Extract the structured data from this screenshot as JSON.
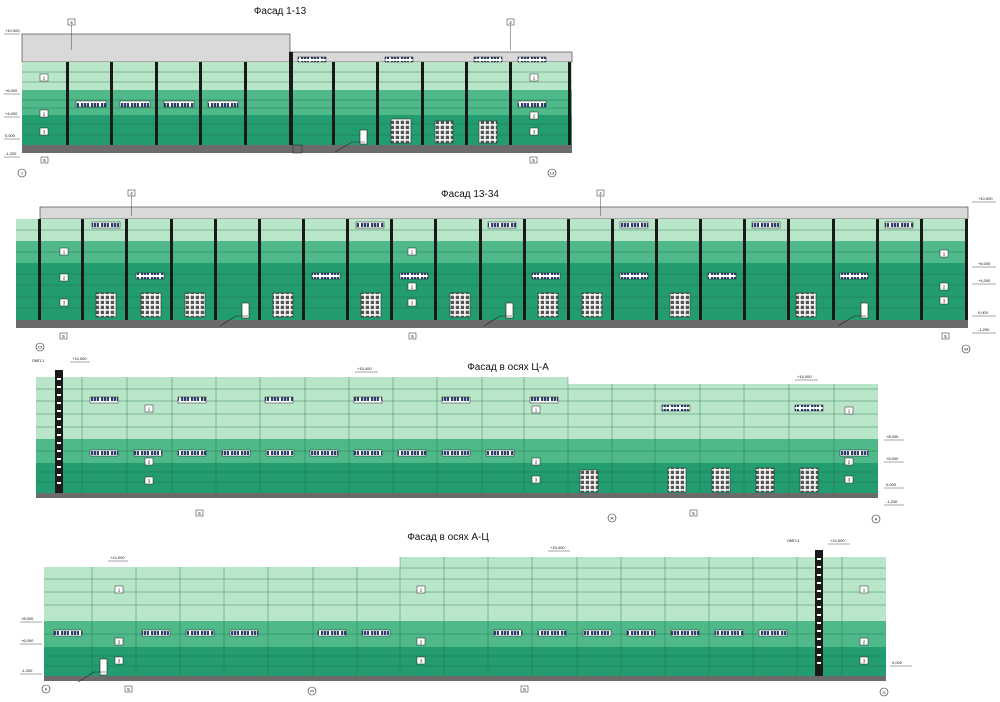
{
  "facades": [
    {
      "id": "f1",
      "title": "Фасад 1-13",
      "axis_left": "1",
      "axis_right": "13",
      "levels": [
        "+10,000",
        "+6,000",
        "+4,000",
        "0,000",
        "-1,200"
      ],
      "tags": [
        "1",
        "2",
        "3",
        "5",
        "4"
      ]
    },
    {
      "id": "f2",
      "title": "Фасад 13-34",
      "axis_left": "13",
      "axis_right": "34",
      "levels": [
        "+10,000",
        "+6,000",
        "+4,000",
        "0,000",
        "-1,200"
      ],
      "tags": [
        "1",
        "2",
        "3",
        "5",
        "4"
      ]
    },
    {
      "id": "f3",
      "title": "Фасад в осях Ц-А",
      "axis_left": "",
      "axis_mid": "Ж",
      "axis_right": "А",
      "lmp": "ЛМП-1",
      "levels": [
        "+14,000",
        "+15,400",
        "+14,000",
        "+8,000",
        "+5,000",
        "0,000",
        "-1,200"
      ],
      "tags": [
        "1",
        "2",
        "3",
        "5"
      ]
    },
    {
      "id": "f4",
      "title": "Фасад в осях А-Ц",
      "axis_left": "А",
      "axis_mid": "М",
      "axis_right": "Ц",
      "lmp": "ЛМП-3",
      "levels": [
        "+14,000",
        "+15,400",
        "+14,000",
        "+8,000",
        "+6,000",
        "0,000",
        "-1,200"
      ],
      "tags": [
        "1",
        "2",
        "3",
        "5"
      ]
    }
  ],
  "colors": {
    "light_green": "#b9e6c9",
    "mid_green": "#4fb98a",
    "dark_green": "#239d6f",
    "roof_grey": "#d9d9d9",
    "plinth": "#6b6b6b",
    "column": "#1a1a1a"
  }
}
